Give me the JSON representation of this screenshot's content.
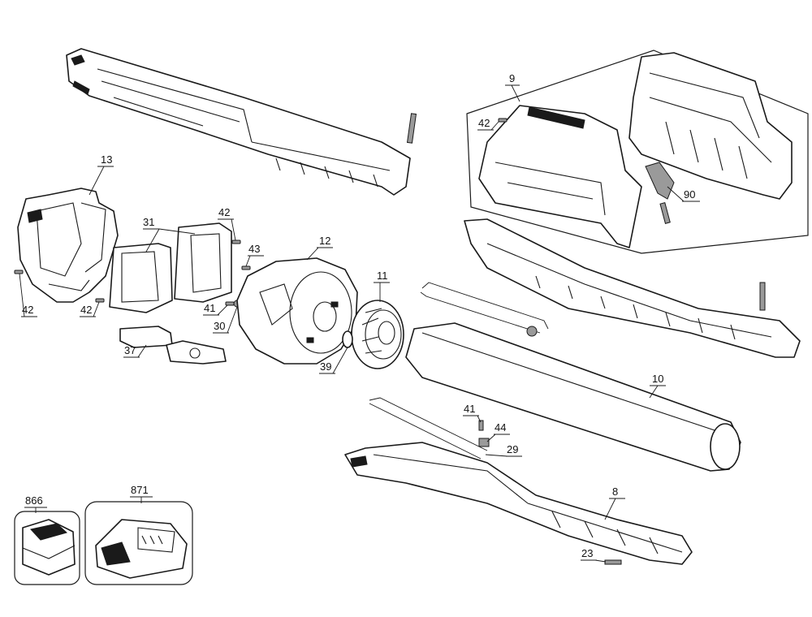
{
  "diagram": {
    "callouts": [
      {
        "id": "13",
        "label": "13"
      },
      {
        "id": "31",
        "label": "31"
      },
      {
        "id": "42a",
        "label": "42"
      },
      {
        "id": "42b",
        "label": "42"
      },
      {
        "id": "42c",
        "label": "42"
      },
      {
        "id": "42d",
        "label": "42"
      },
      {
        "id": "43",
        "label": "43"
      },
      {
        "id": "41a",
        "label": "41"
      },
      {
        "id": "30",
        "label": "30"
      },
      {
        "id": "37",
        "label": "37"
      },
      {
        "id": "12",
        "label": "12"
      },
      {
        "id": "11",
        "label": "11"
      },
      {
        "id": "39",
        "label": "39"
      },
      {
        "id": "9",
        "label": "9"
      },
      {
        "id": "90",
        "label": "90"
      },
      {
        "id": "10",
        "label": "10"
      },
      {
        "id": "41b",
        "label": "41"
      },
      {
        "id": "44",
        "label": "44"
      },
      {
        "id": "29",
        "label": "29"
      },
      {
        "id": "8",
        "label": "8"
      },
      {
        "id": "23",
        "label": "23"
      },
      {
        "id": "866",
        "label": "866"
      },
      {
        "id": "871",
        "label": "871"
      }
    ]
  }
}
